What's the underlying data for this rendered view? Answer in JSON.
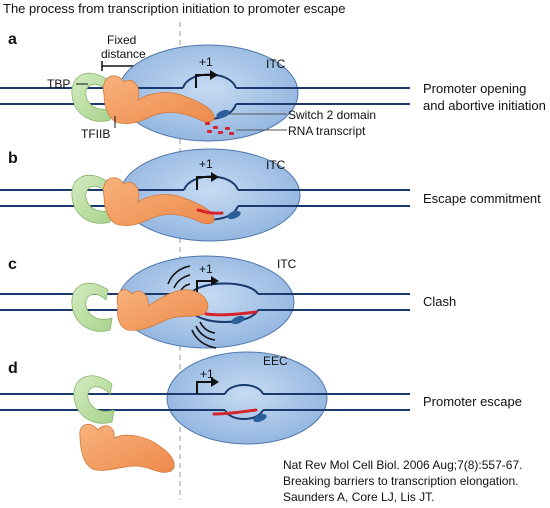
{
  "title": "The process from transcription initiation to promoter escape",
  "panels": [
    {
      "letter": "a",
      "complex": "ITC",
      "stage": [
        "Promoter opening",
        "and abortive initiation"
      ]
    },
    {
      "letter": "b",
      "complex": "ITC",
      "stage": [
        "Escape commitment"
      ]
    },
    {
      "letter": "c",
      "complex": "ITC",
      "stage": [
        "Clash"
      ]
    },
    {
      "letter": "d",
      "complex": "EEC",
      "stage": [
        "Promoter escape"
      ]
    }
  ],
  "labels": {
    "fixed_distance": [
      "Fixed",
      "distance"
    ],
    "tbp": "TBP",
    "tfiib": "TFIIB",
    "plus_one": "+1",
    "switch2": "Switch 2 domain",
    "rna": "RNA transcript"
  },
  "citation": [
    "Nat Rev Mol Cell Biol. 2006 Aug;7(8):557-67.",
    "Breaking barriers to transcription elongation.",
    "Saunders A, Core LJ, Lis JT."
  ],
  "colors": {
    "dna": "#1a3a6e",
    "polymerase": "#a9c7ea",
    "polymerase_edge": "#4f78ad",
    "tbp": "#bfe0a6",
    "tfiib": "#f5a56a",
    "rna": "#d6232e",
    "switch2": "#2d5f9a"
  }
}
